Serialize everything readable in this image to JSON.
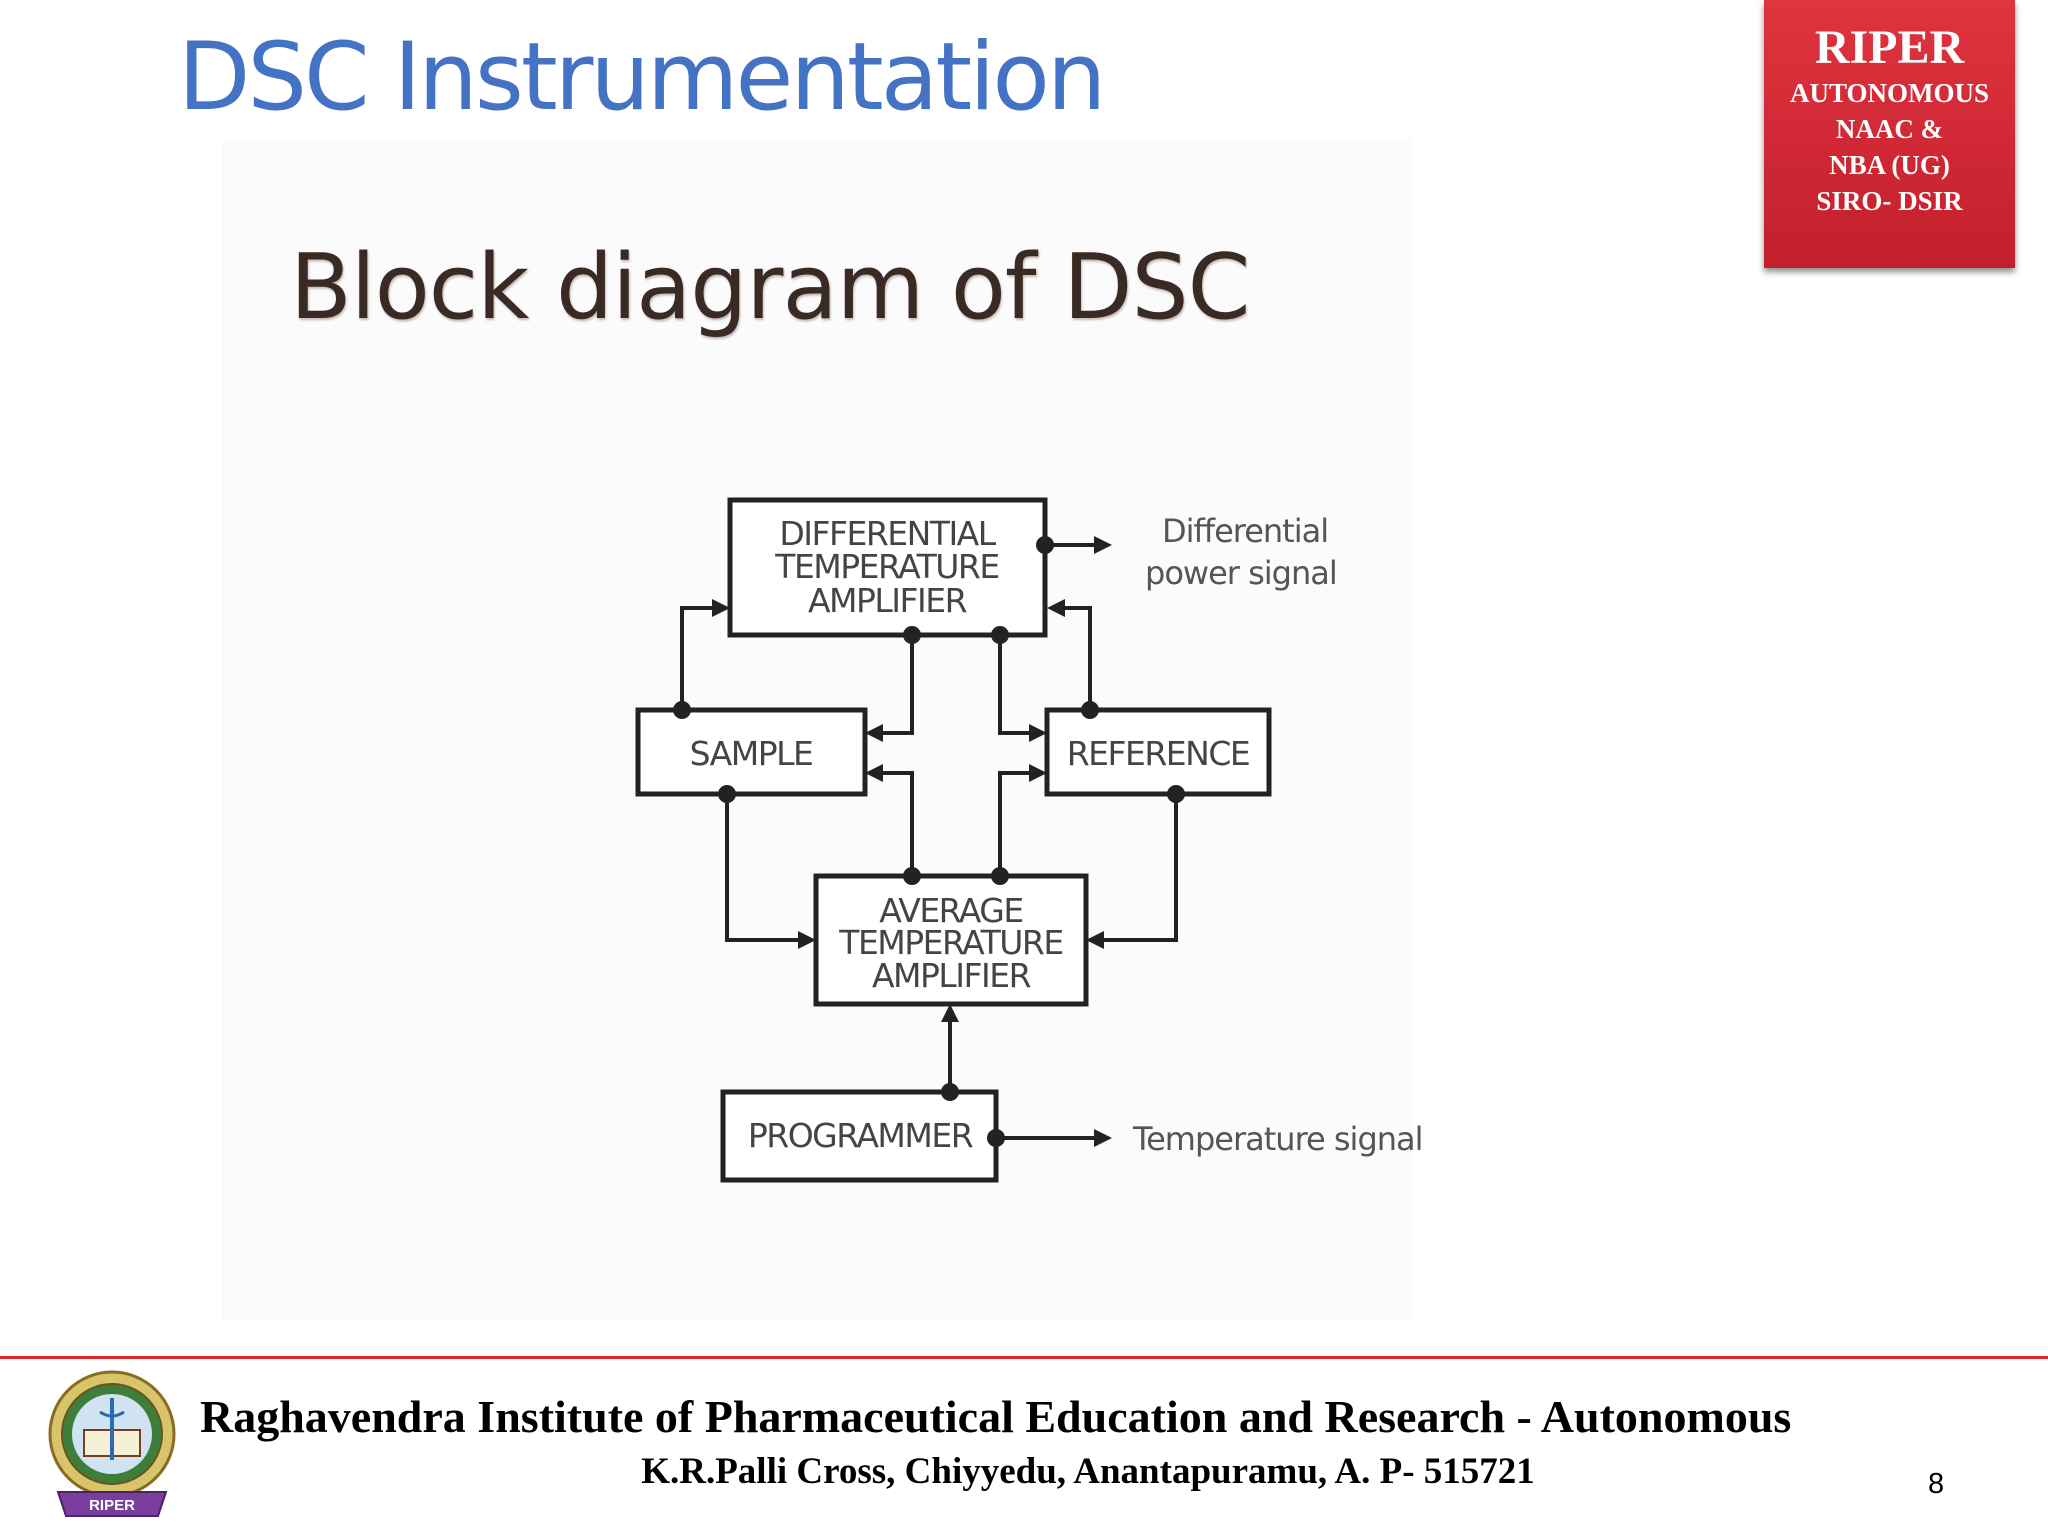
{
  "slide": {
    "title": "DSC Instrumentation",
    "page_number": "8"
  },
  "badge": {
    "title": "RIPER",
    "lines": [
      "AUTONOMOUS",
      "NAAC &",
      "NBA (UG)",
      "SIRO- DSIR"
    ]
  },
  "diagram": {
    "heading": "Block diagram of DSC",
    "blocks": {
      "differential_amplifier": [
        "DIFFERENTIAL",
        "TEMPERATURE",
        "AMPLIFIER"
      ],
      "sample": "SAMPLE",
      "reference": "REFERENCE",
      "average_amplifier": [
        "AVERAGE",
        "TEMPERATURE",
        "AMPLIFIER"
      ],
      "programmer": "PROGRAMMER"
    },
    "outputs": {
      "differential_power": [
        "Differential",
        "power signal"
      ],
      "temperature": "Temperature signal"
    }
  },
  "footer": {
    "institution": "Raghavendra Institute of Pharmaceutical Education and Research - Autonomous",
    "address": "K.R.Palli Cross, Chiyyedu, Anantapuramu, A. P- 515721",
    "logo_text": "RIPER"
  },
  "colors": {
    "title_blue": "#4472c4",
    "badge_red": "#d32a36",
    "footer_rule": "#e0282e"
  }
}
